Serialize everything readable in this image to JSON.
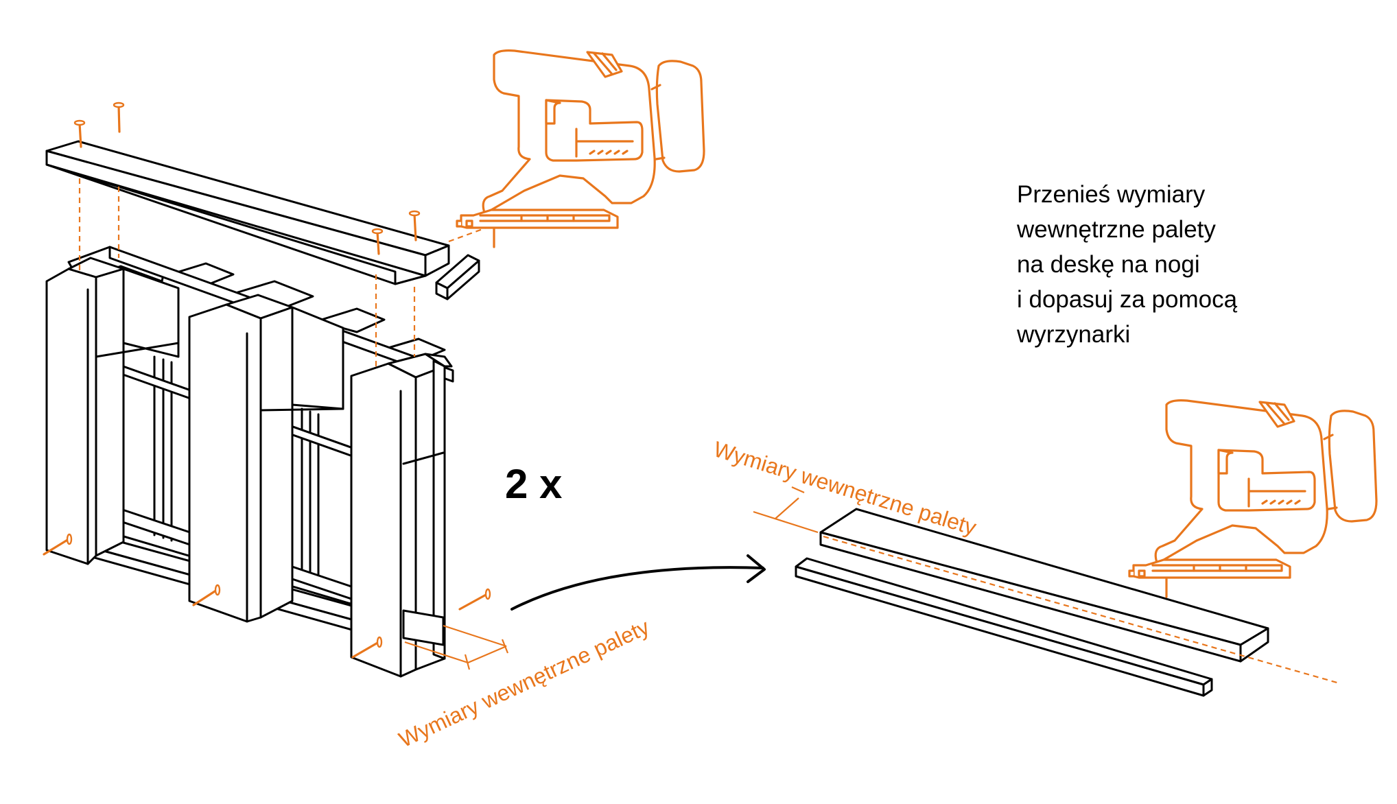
{
  "instruction": {
    "lines": [
      "Przenieś wymiary",
      "wewnętrzne palety",
      "na deskę na nogi",
      "i dopasuj za pomocą",
      "wyrzynarki"
    ]
  },
  "labels": {
    "count": "2 x",
    "dimension_pallet": "Wymiary wewnętrzne palety",
    "dimension_board": "Wymiary wewnętrzne palety"
  },
  "colors": {
    "accent": "#E8761C",
    "ink": "#000000",
    "background": "#FFFFFF"
  },
  "icons": [
    "jigsaw-icon",
    "screw-icon",
    "arrow-icon"
  ]
}
